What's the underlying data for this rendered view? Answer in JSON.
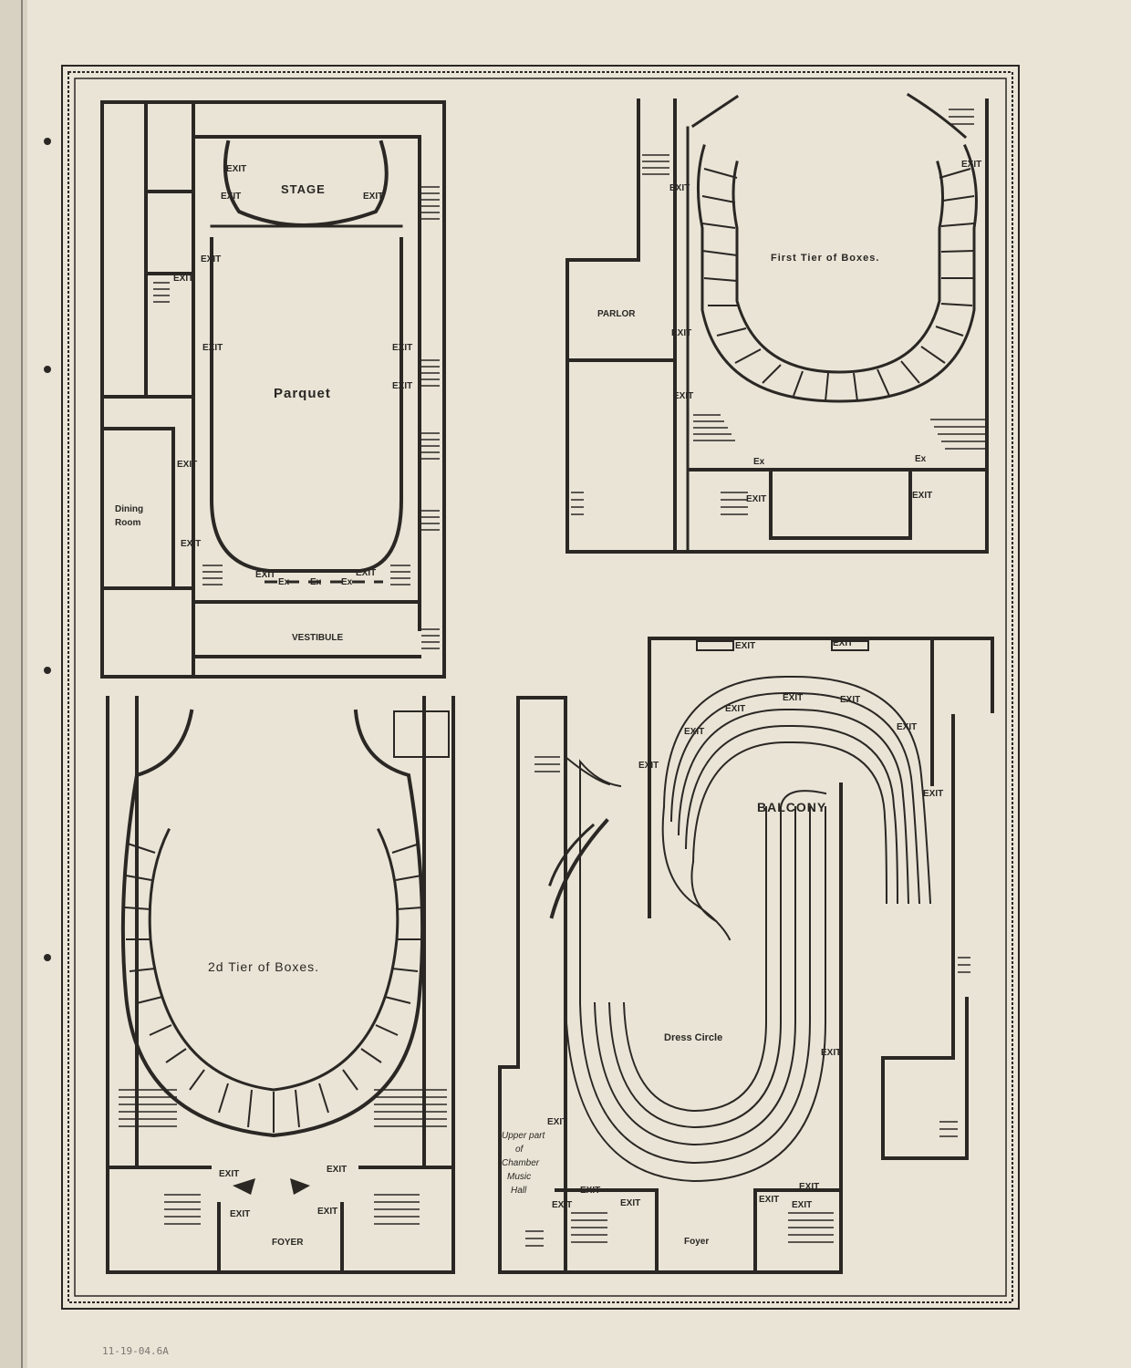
{
  "plans": {
    "parquet": {
      "title": "Parquet",
      "stage": "STAGE",
      "vestibule": "VESTIBULE",
      "dining": [
        "Dining",
        "Room"
      ],
      "exit": "EXIT",
      "ex": "Ex"
    },
    "first_tier": {
      "title": "First Tier of Boxes.",
      "parlor": "PARLOR",
      "exit": "EXIT",
      "ex": "Ex"
    },
    "second_tier": {
      "title": "2d Tier of Boxes.",
      "foyer": "FOYER",
      "exit": "EXIT"
    },
    "balcony": {
      "title": "BALCONY",
      "dress_circle": "Dress Circle",
      "foyer": "Foyer",
      "exit": "EXIT",
      "chamber_note": [
        "Upper part",
        "of",
        "Chamber",
        "Music",
        "Hall"
      ]
    }
  },
  "archive_note": "11-19-04.6A",
  "colors": {
    "paper": "#e9e4d6",
    "ink": "#2a2724",
    "pencil": "#7a7670"
  }
}
